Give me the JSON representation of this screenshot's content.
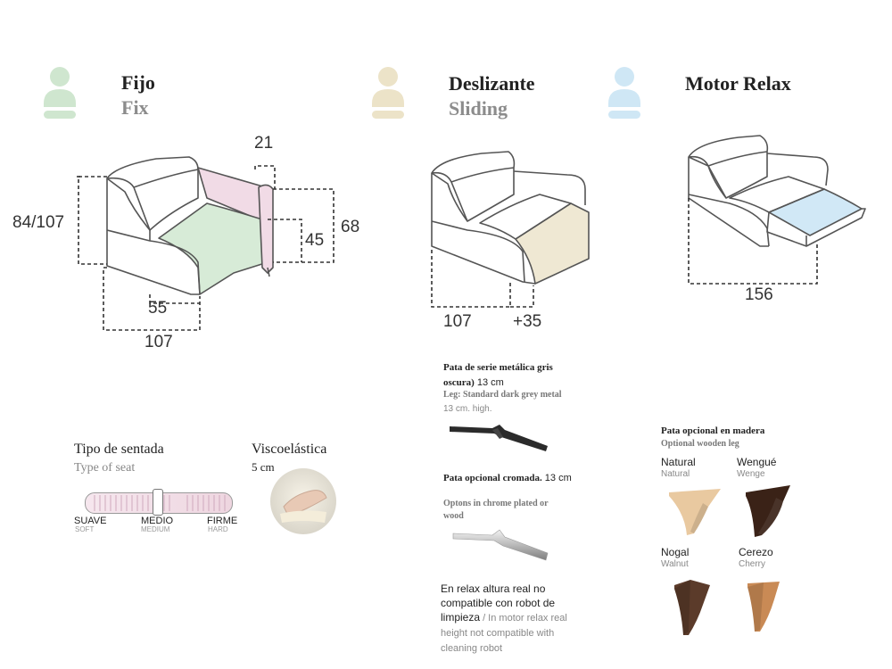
{
  "sections": {
    "fix": {
      "title": "Fijo",
      "subtitle": "Fix",
      "icon_color": "#cfe6cf"
    },
    "sliding": {
      "title": "Deslizante",
      "subtitle": "Sliding",
      "icon_color": "#ece3c8"
    },
    "relax": {
      "title": "Motor Relax",
      "icon_color": "#cfe7f5"
    }
  },
  "dimensions": {
    "fix": {
      "arm_width": "21",
      "height": "84/107",
      "seat_height": "45",
      "back_height": "68",
      "seat_depth": "55",
      "depth": "107"
    },
    "sliding": {
      "depth": "107",
      "extension": "+35"
    },
    "relax": {
      "extended": "156"
    }
  },
  "seat_type": {
    "title": "Tipo de sentada",
    "subtitle": "Type of seat",
    "levels": [
      {
        "label": "SUAVE",
        "sub": "SOFT"
      },
      {
        "label": "MEDIO",
        "sub": "MEDIUM"
      },
      {
        "label": "FIRME",
        "sub": "HARD"
      }
    ],
    "value": 0.5
  },
  "foam": {
    "title": "Viscoelástica",
    "thickness": "5 cm"
  },
  "legs": {
    "standard": {
      "title_es_bold": "Pata de serie metálica gris oscura)",
      "title_es_rest": " 13 cm",
      "title_en_bold": "Leg: Standard dark grey metal",
      "title_en_rest": "13 cm. high."
    },
    "chrome": {
      "title_es_bold": "Pata opcional cromada.",
      "title_es_rest": " 13 cm",
      "title_en": "Optons in chrome plated or wood"
    },
    "note": {
      "es": "En relax altura real no compatible con robot de limpieza",
      "en": " / In motor relax real height not compatible with cleaning robot"
    },
    "wood": {
      "title": "Pata opcional en madera",
      "subtitle": "Optional wooden leg",
      "options": [
        {
          "name": "Natural",
          "sub": "Natural",
          "color": "#e9c9a0"
        },
        {
          "name": "Wengué",
          "sub": "Wenge",
          "color": "#3a2217"
        },
        {
          "name": "Nogal",
          "sub": "Walnut",
          "color": "#5b3b2a"
        },
        {
          "name": "Cerezo",
          "sub": "Cherry",
          "color": "#c98a55"
        }
      ]
    }
  }
}
